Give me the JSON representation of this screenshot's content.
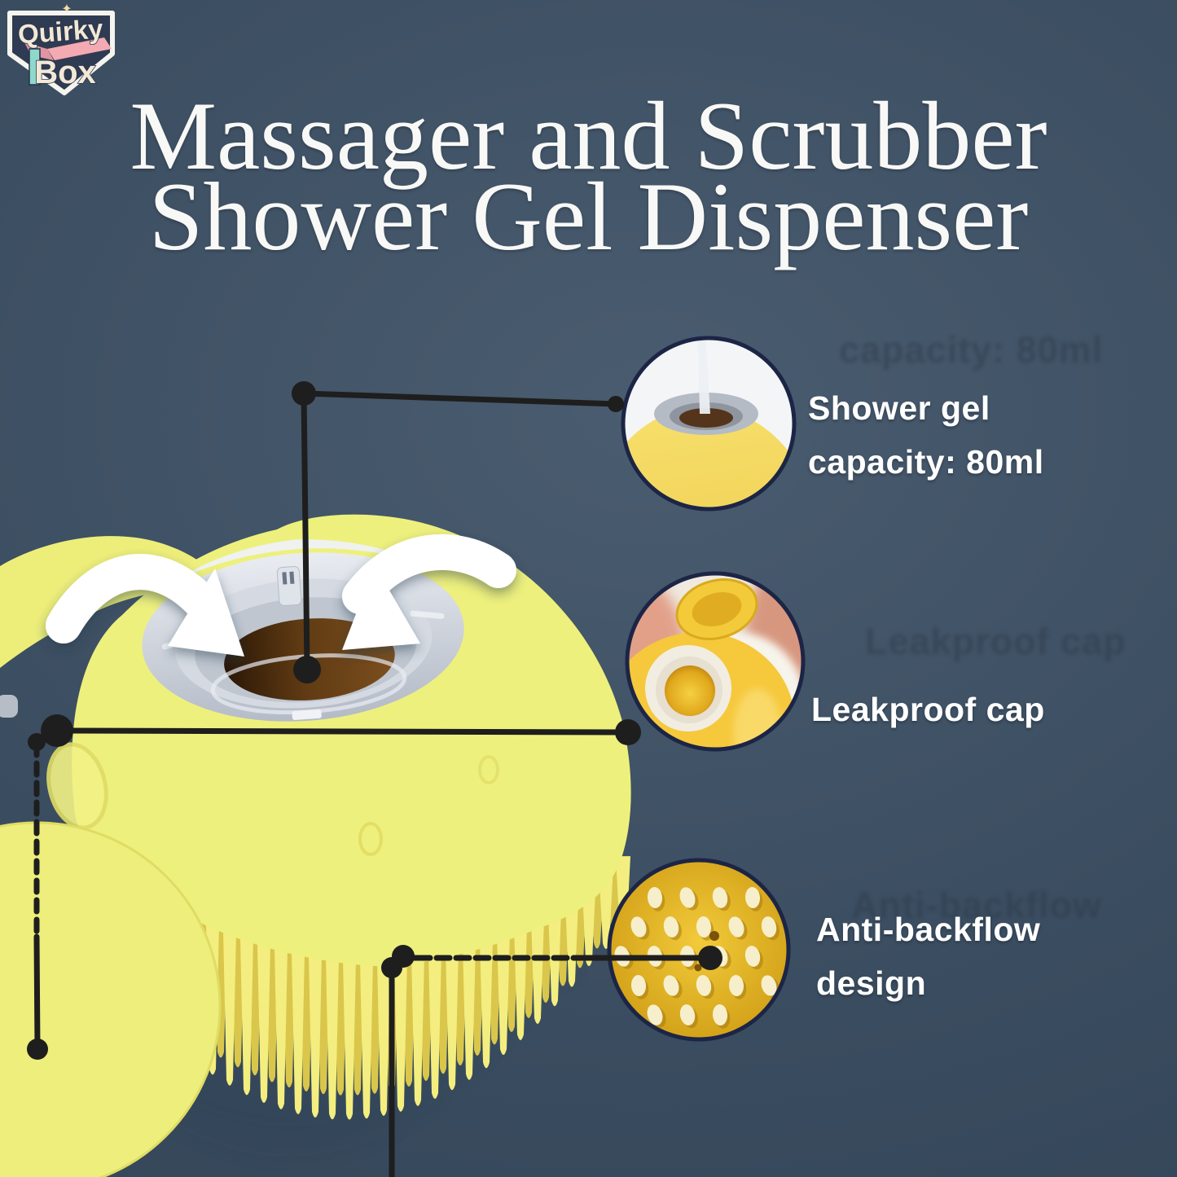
{
  "title": {
    "line1": "Massager and Scrubber",
    "line2": "Shower Gel Dispenser"
  },
  "logo": {
    "word1": "Quirky",
    "word2": "Box",
    "sparkle_icon": "✦"
  },
  "callouts": [
    {
      "id": "shower-gel-capacity",
      "lines": [
        "Shower gel",
        "capacity: 80ml"
      ]
    },
    {
      "id": "leakproof-cap",
      "lines": [
        "Leakproof cap",
        ""
      ]
    },
    {
      "id": "anti-backflow",
      "lines": [
        "Anti-backflow",
        "design"
      ]
    }
  ],
  "colors": {
    "background": "#3b4d60",
    "body_yellow": "#eef07d",
    "bristle_front": "#f3ee7f",
    "bristle_back": "#d9c64b",
    "ring_gray": "#ccd2db",
    "opening_brown": "#6f4518",
    "connector_black": "#1e1e1e",
    "callout_border": "#1c2546",
    "text_white": "#ffffff",
    "logo_navy": "#2e3b52",
    "logo_cream": "#f2e8d5",
    "logo_pink": "#f3aab2",
    "logo_teal": "#8fd8cb",
    "callout_gold": "#e9b722"
  }
}
